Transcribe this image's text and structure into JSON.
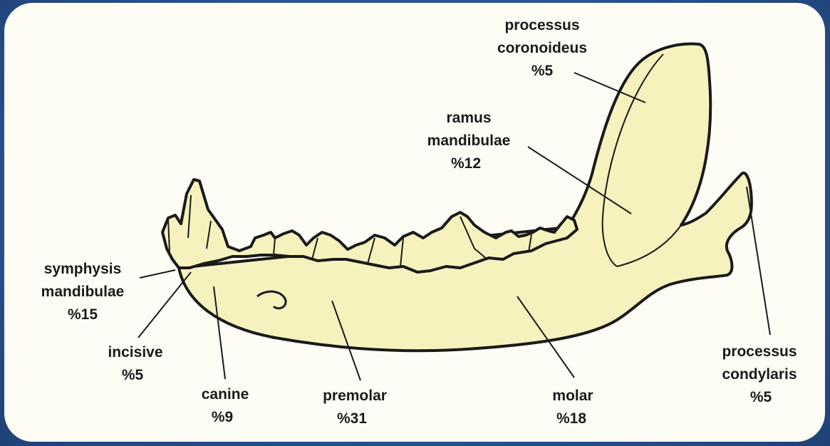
{
  "labels": {
    "processus_coronoideus": {
      "line1": "processus",
      "line2": "coronoideus",
      "pct": "%5"
    },
    "ramus_mandibulae": {
      "line1": "ramus",
      "line2": "mandibulae",
      "pct": "%12"
    },
    "symphysis_mandibulae": {
      "line1": "symphysis",
      "line2": "mandibulae",
      "pct": "%15"
    },
    "incisive": {
      "line1": "incisive",
      "pct": "%5"
    },
    "canine": {
      "line1": "canine",
      "pct": "%9"
    },
    "premolar": {
      "line1": "premolar",
      "pct": "%31"
    },
    "molar": {
      "line1": "molar",
      "pct": "%18"
    },
    "processus_condylaris": {
      "line1": "processus",
      "line2": "condylaris",
      "pct": "%5"
    }
  },
  "colors": {
    "bone_fill": "#f6f2bd",
    "outline": "#1a1a1a",
    "background_blue": "#2d5694",
    "panel": "#fdfdf6"
  }
}
